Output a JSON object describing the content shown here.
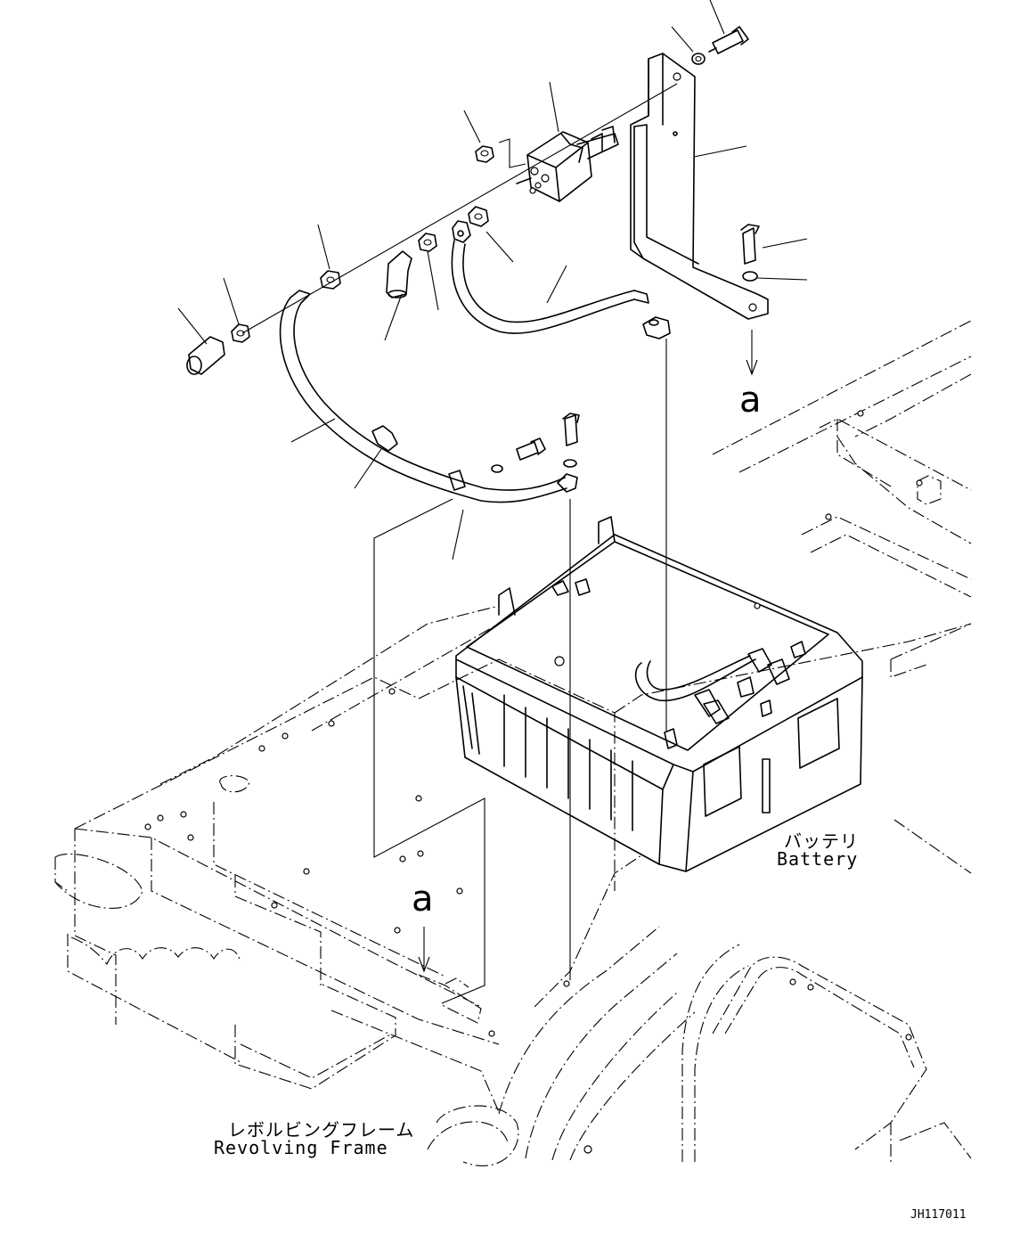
{
  "labels": {
    "view_a_top": "a",
    "view_a_bottom": "a",
    "battery_jp": "バッテリ",
    "battery_en": "Battery",
    "frame_jp": "レボルビングフレーム",
    "frame_en": "Revolving Frame",
    "drawing_code": "JH117011"
  }
}
